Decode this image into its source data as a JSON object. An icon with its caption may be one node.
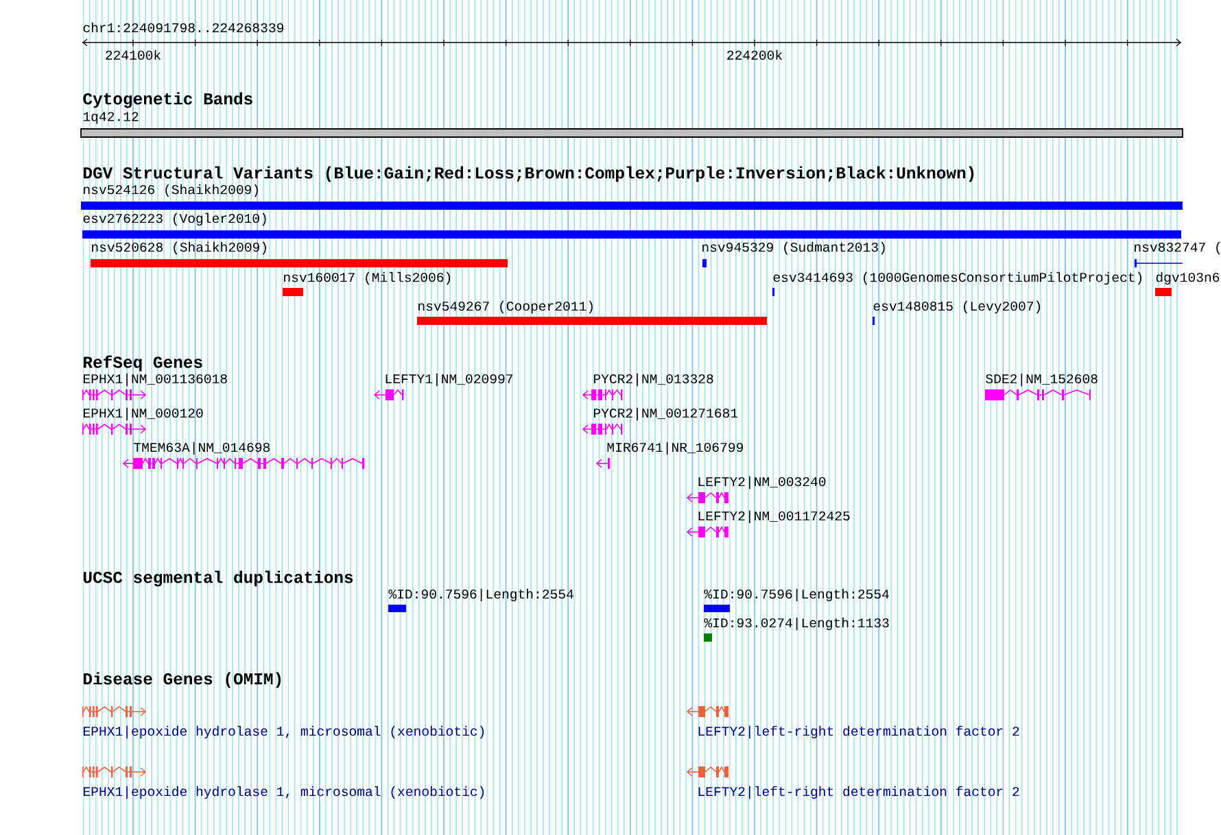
{
  "diagram": {
    "title": "chr1:224091798..224268339",
    "nodes": [
      {
        "text": [],
        "shape": "bar",
        "beside": [
          "1q42.12"
        ]
      },
      {
        "text": [],
        "shape": "bar",
        "beside": [
          "nsv524126 (Shaikh2009)"
        ]
      },
      {
        "text": [],
        "shape": "bar",
        "beside": [
          "esv2762223 (Vogler2010)"
        ]
      },
      {
        "text": [],
        "shape": "bar",
        "beside": [
          "nsv520628 (Shaikh2009)"
        ]
      },
      {
        "text": [],
        "shape": "bar",
        "beside": [
          "nsv945329 (Sudmant2013)"
        ]
      },
      {
        "text": [],
        "shape": "bar",
        "beside": [
          "nsv832747 ("
        ]
      },
      {
        "text": [],
        "shape": "bar",
        "beside": [
          "nsv160017 (Mills2006)"
        ]
      },
      {
        "text": [],
        "shape": "bar",
        "beside": [
          "esv3414693 (1000GenomesConsortiumPilotProject)"
        ]
      },
      {
        "text": [],
        "shape": "bar",
        "beside": [
          "dgv103n6"
        ]
      },
      {
        "text": [],
        "shape": "bar",
        "beside": [
          "nsv549267 (Cooper2011)"
        ]
      },
      {
        "text": [],
        "shape": "bar",
        "beside": [
          "esv1480815 (Levy2007)"
        ]
      },
      {
        "text": [],
        "shape": "picture",
        "beside": [
          "EPHX1|NM_001136018"
        ]
      },
      {
        "text": [],
        "shape": "picture",
        "beside": [
          "LEFTY1|NM_020997"
        ]
      },
      {
        "text": [],
        "shape": "picture",
        "beside": [
          "PYCR2|NM_013328"
        ]
      },
      {
        "text": [],
        "shape": "picture",
        "beside": [
          "SDE2|NM_152608"
        ]
      },
      {
        "text": [],
        "shape": "picture",
        "beside": [
          "EPHX1|NM_000120"
        ]
      },
      {
        "text": [],
        "shape": "picture",
        "beside": [
          "PYCR2|NM_001271681"
        ]
      },
      {
        "text": [],
        "shape": "picture",
        "beside": [
          "TMEM63A|NM_014698"
        ]
      },
      {
        "text": [],
        "shape": "picture",
        "beside": [
          "MIR6741|NR_106799"
        ]
      },
      {
        "text": [],
        "shape": "picture",
        "beside": [
          "LEFTY2|NM_003240"
        ]
      },
      {
        "text": [],
        "shape": "picture",
        "beside": [
          "LEFTY2|NM_001172425"
        ]
      },
      {
        "text": [],
        "shape": "bar",
        "beside": [
          "%ID:90.7596|Length:2554"
        ]
      },
      {
        "text": [],
        "shape": "bar",
        "beside": [
          "%ID:90.7596|Length:2554"
        ]
      },
      {
        "text": [],
        "shape": "bar",
        "beside": [
          "%ID:93.0274|Length:1133"
        ]
      },
      {
        "text": [],
        "shape": "picture",
        "beside": [
          "EPHX1|epoxide hydrolase 1, microsomal (xenobiotic)"
        ]
      },
      {
        "text": [],
        "shape": "picture",
        "beside": [
          "LEFTY2|left-right determination factor 2"
        ]
      },
      {
        "text": [],
        "shape": "picture",
        "beside": [
          "EPHX1|epoxide hydrolase 1, microsomal (xenobiotic)"
        ]
      },
      {
        "text": [],
        "shape": "picture",
        "beside": [
          "LEFTY2|left-right determination factor 2"
        ]
      }
    ],
    "labels": [
      "224100k",
      "224200k",
      "Cytogenetic Bands",
      "DGV Structural Variants (Blue:Gain;Red:Loss;Brown:Complex;Purple:Inversion;Black:Unknown)",
      "RefSeq Genes",
      "UCSC segmental duplications",
      "Disease Genes (OMIM)"
    ]
  }
}
